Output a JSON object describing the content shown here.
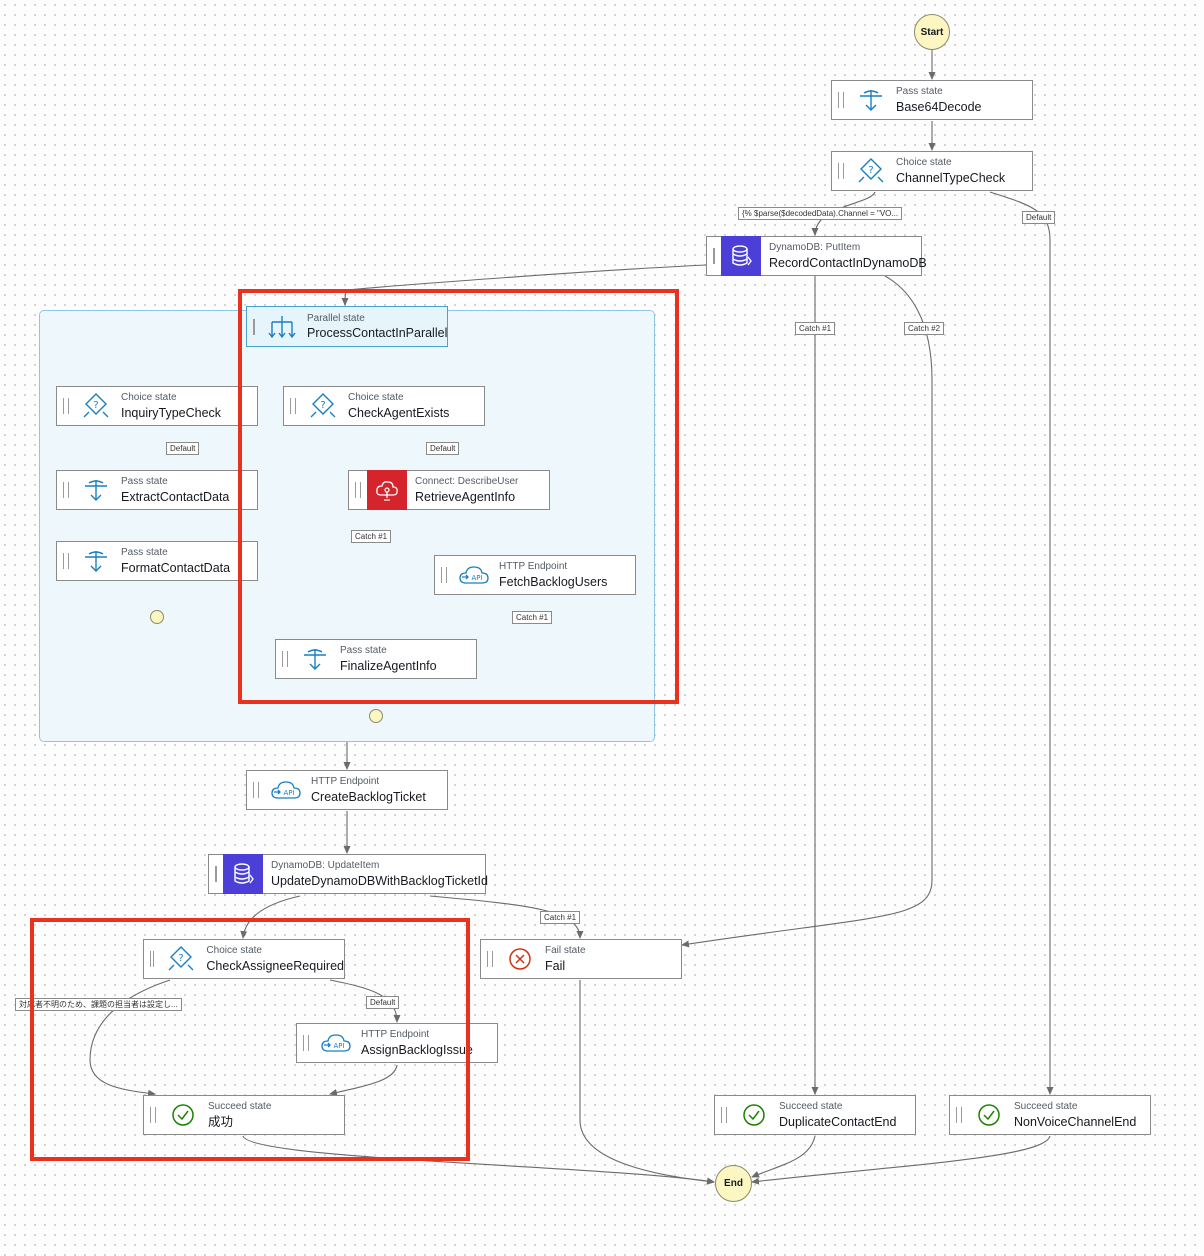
{
  "start_label": "Start",
  "end_label": "End",
  "nodes": {
    "base64": {
      "type": "Pass state",
      "name": "Base64Decode"
    },
    "channel": {
      "type": "Choice state",
      "name": "ChannelTypeCheck"
    },
    "record": {
      "type": "DynamoDB: PutItem",
      "name": "RecordContactInDynamoDB"
    },
    "parallel": {
      "type": "Parallel state",
      "name": "ProcessContactInParallel"
    },
    "inquiry": {
      "type": "Choice state",
      "name": "InquiryTypeCheck"
    },
    "extract": {
      "type": "Pass state",
      "name": "ExtractContactData"
    },
    "format": {
      "type": "Pass state",
      "name": "FormatContactData"
    },
    "agentexists": {
      "type": "Choice state",
      "name": "CheckAgentExists"
    },
    "retrieve": {
      "type": "Connect: DescribeUser",
      "name": "RetrieveAgentInfo"
    },
    "fetch": {
      "type": "HTTP Endpoint",
      "name": "FetchBacklogUsers"
    },
    "finalize": {
      "type": "Pass state",
      "name": "FinalizeAgentInfo"
    },
    "createticket": {
      "type": "HTTP Endpoint",
      "name": "CreateBacklogTicket"
    },
    "updatedynamo": {
      "type": "DynamoDB: UpdateItem",
      "name": "UpdateDynamoDBWithBacklogTicketId"
    },
    "checkassignee": {
      "type": "Choice state",
      "name": "CheckAssigneeRequired"
    },
    "assign": {
      "type": "HTTP Endpoint",
      "name": "AssignBacklogIssue"
    },
    "success": {
      "type": "Succeed state",
      "name": "成功"
    },
    "fail": {
      "type": "Fail state",
      "name": "Fail"
    },
    "dupend": {
      "type": "Succeed state",
      "name": "DuplicateContactEnd"
    },
    "nonvoice": {
      "type": "Succeed state",
      "name": "NonVoiceChannelEnd"
    }
  },
  "edge_labels": {
    "channel_cond": "{% $parse($decodedData).Channel = \"VO...",
    "channel_default": "Default",
    "catch1_record": "Catch #1",
    "catch2_record": "Catch #2",
    "inquiry_default": "Default",
    "agent_default": "Default",
    "retrieve_catch": "Catch #1",
    "fetch_catch": "Catch #1",
    "update_catch": "Catch #1",
    "assignee_cond": "対応者不明のため、課題の担当者は設定し...",
    "assignee_default": "Default"
  },
  "colors": {
    "highlight": "#e8321f",
    "edge": "#6b6b6b",
    "group_bg": "#eef8fc",
    "dynamo": "#4b3fd8",
    "connect": "#d6242d",
    "api": "#1a7fc1",
    "succeed": "#1d8102",
    "fail": "#d13212"
  }
}
